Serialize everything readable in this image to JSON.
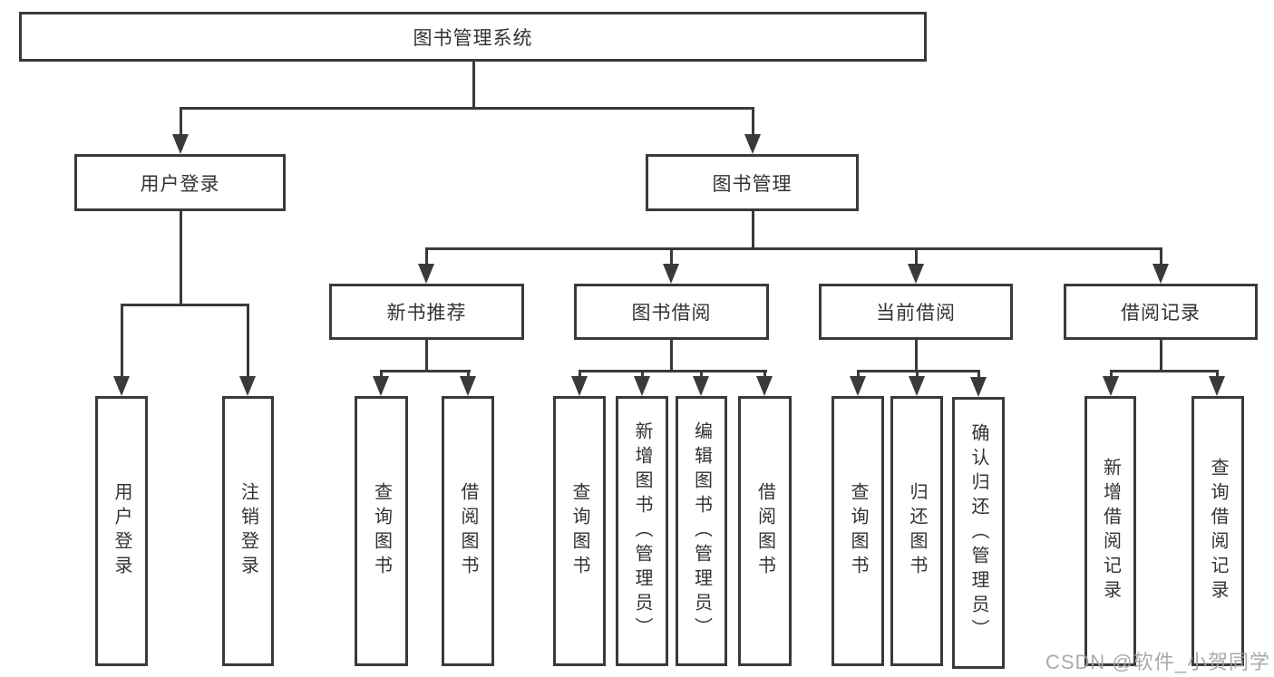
{
  "nodes": {
    "root": {
      "label": "图书管理系统"
    },
    "level1": [
      {
        "label": "用户登录"
      },
      {
        "label": "图书管理"
      }
    ],
    "level2": [
      {
        "parent": "图书管理",
        "label": "新书推荐"
      },
      {
        "parent": "图书管理",
        "label": "图书借阅"
      },
      {
        "parent": "图书管理",
        "label": "当前借阅"
      },
      {
        "parent": "图书管理",
        "label": "借阅记录"
      }
    ],
    "leaves": [
      {
        "parent": "用户登录",
        "label": "用户登录"
      },
      {
        "parent": "用户登录",
        "label": "注销登录"
      },
      {
        "parent": "新书推荐",
        "label": "查询图书"
      },
      {
        "parent": "新书推荐",
        "label": "借阅图书"
      },
      {
        "parent": "图书借阅",
        "label": "查询图书"
      },
      {
        "parent": "图书借阅",
        "label": "新增图书（管理员）"
      },
      {
        "parent": "图书借阅",
        "label": "编辑图书（管理员）"
      },
      {
        "parent": "图书借阅",
        "label": "借阅图书"
      },
      {
        "parent": "当前借阅",
        "label": "查询图书"
      },
      {
        "parent": "当前借阅",
        "label": "归还图书"
      },
      {
        "parent": "当前借阅",
        "label": "确认归还（管理员）"
      },
      {
        "parent": "借阅记录",
        "label": "新增借阅记录"
      },
      {
        "parent": "借阅记录",
        "label": "查询借阅记录"
      }
    ]
  },
  "watermark": "CSDN @软件_小贺同学",
  "colors": {
    "line": "#3a3a3a",
    "text": "#333333",
    "box_fill": "#ffffff",
    "watermark": "#a3a3a3",
    "background": "#ffffff"
  }
}
